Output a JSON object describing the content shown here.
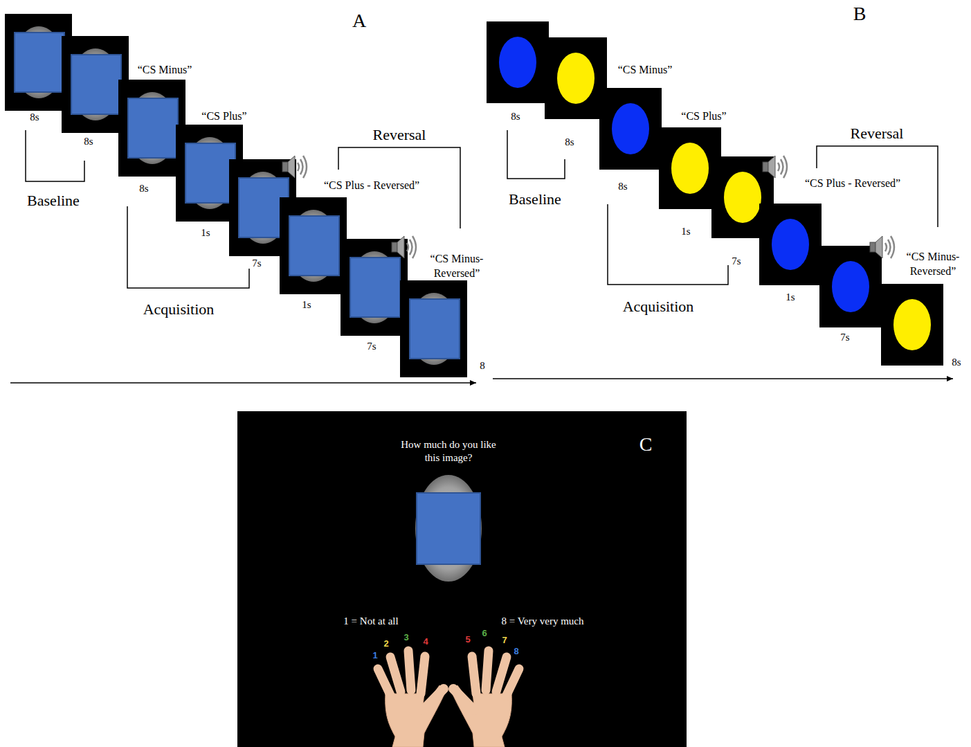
{
  "diagram": {
    "nodes": [
      {
        "text": [
          "C",
          "How much do you like this image?",
          "1 = Not at all",
          "8 = Very very much",
          "1",
          "2",
          "3",
          "4",
          "5",
          "6",
          "7",
          "8"
        ]
      }
    ],
    "labels": [
      "A",
      "8s",
      "8s",
      "“CS Minus”",
      "8s",
      "“CS Plus”",
      "1s",
      "“CS Plus - Reversed”",
      "7s",
      "1s",
      "“CS Minus- Reversed”",
      "7s",
      "8",
      "Baseline",
      "Acquisition",
      "Reversal",
      "B",
      "8s",
      "8s",
      "“CS Minus”",
      "8s",
      "“CS Plus”",
      "1s",
      "“CS Plus - Reversed”",
      "7s",
      "1s",
      "“CS Minus- Reversed”",
      "7s",
      "8s",
      "Baseline",
      "Acquisition",
      "Reversal"
    ]
  }
}
